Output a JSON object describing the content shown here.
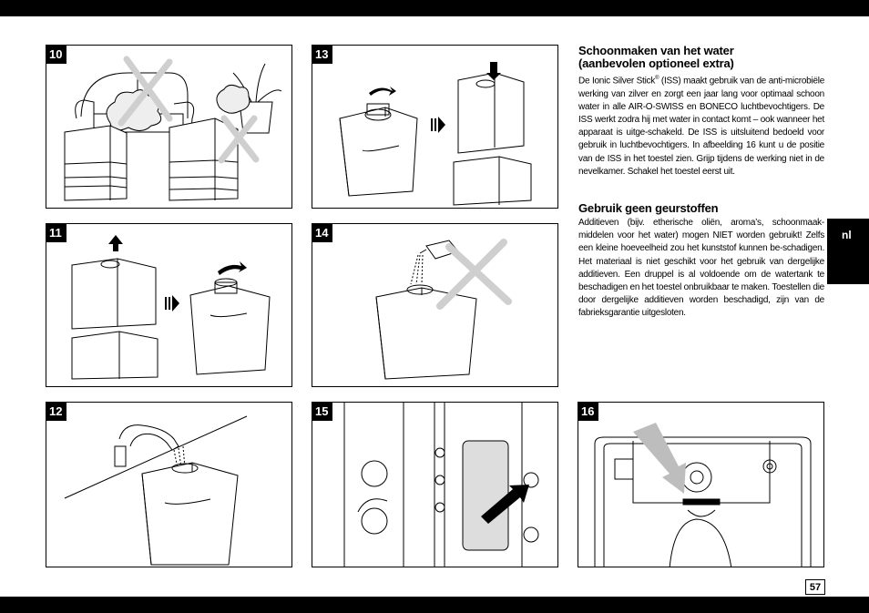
{
  "panels": [
    {
      "num": "10"
    },
    {
      "num": "13"
    },
    {
      "num": "11"
    },
    {
      "num": "14"
    },
    {
      "num": "12"
    },
    {
      "num": "15"
    },
    {
      "num": "16"
    }
  ],
  "section1": {
    "heading_line1": "Schoonmaken van het water",
    "heading_line2": "(aanbevolen optioneel extra)",
    "body_pre": "De Ionic Silver Stick",
    "body_sup": "®",
    "body_post": " (ISS) maakt gebruik van de anti-microbiële werking van zilver en zorgt een jaar lang voor optimaal schoon water in alle AIR-O-SWISS en BONECO luchtbevochtigers. De ISS werkt zodra hij met water in contact komt – ook wanneer het apparaat is uitge-schakeld. De ISS is uitsluitend bedoeld voor gebruik in luchtbevochtigers. In afbeelding 16 kunt u de positie van de ISS in het toestel zien. Grijp tijdens de werking niet in de nevelkamer. Schakel het toestel eerst uit."
  },
  "section2": {
    "heading": "Gebruik geen geurstoffen",
    "body": "Additieven (bijv. etherische oliën, aroma’s, schoonmaak-middelen voor het water) mogen NIET worden gebruikt! Zelfs een kleine hoeveelheid zou het kunststof kunnen be-schadigen. Het materiaal is niet geschikt voor het gebruik van dergelijke additieven. Een druppel is al voldoende om de watertank te beschadigen en het toestel onbruikbaar te maken. Toestellen die door dergelijke additieven worden beschadigd, zijn van de fabrieksgarantie uitgesloten."
  },
  "lang_tab": "nl",
  "page_number": "57",
  "colors": {
    "bar": "#000000",
    "cross": "#cccccc",
    "arrow": "#bdbdbd"
  }
}
